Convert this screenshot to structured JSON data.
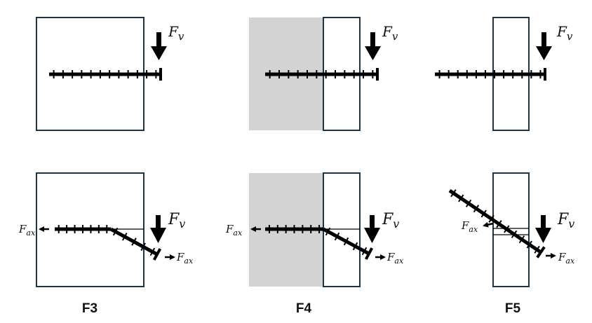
{
  "colors": {
    "frame": "#1f3446",
    "bolt": "#000000",
    "shade": "#d3d3d3",
    "text": "#111111"
  },
  "labels": {
    "force_vertical": {
      "base": "F",
      "sub": "v"
    },
    "force_axial": {
      "base": "F",
      "sub": "ax"
    }
  },
  "panels": [
    {
      "id": "F3",
      "caption": "F3",
      "shaded_block": false,
      "wide_frame": true
    },
    {
      "id": "F4",
      "caption": "F4",
      "shaded_block": true,
      "wide_frame": false
    },
    {
      "id": "F5",
      "caption": "F5",
      "shaded_block": false,
      "wide_frame": false
    }
  ],
  "rows": {
    "top": {
      "state": "undeformed",
      "bolt": "horizontal"
    },
    "bottom": {
      "state": "deformed",
      "bolt": "bent"
    }
  }
}
